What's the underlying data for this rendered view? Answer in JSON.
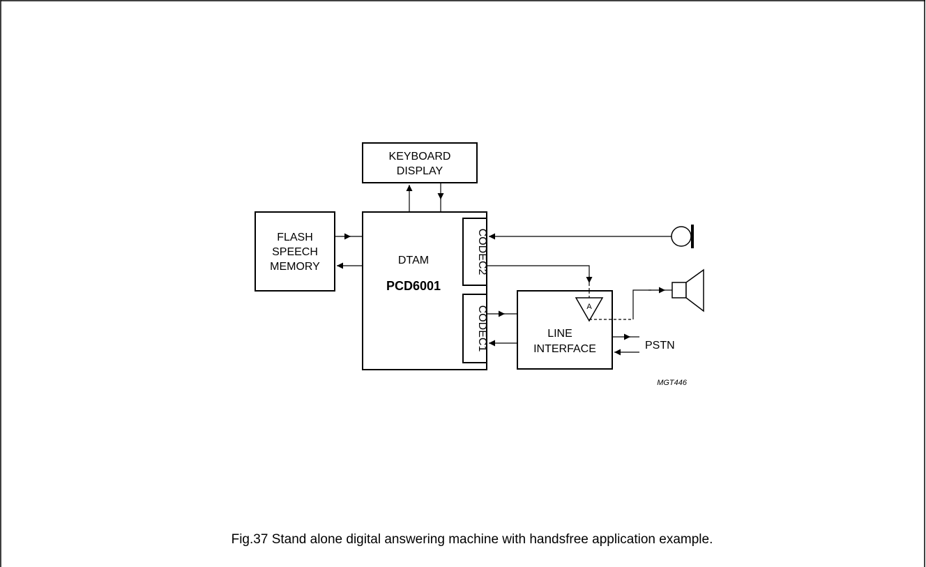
{
  "diagram": {
    "keyboard_display": {
      "line1": "KEYBOARD",
      "line2": "DISPLAY"
    },
    "flash_memory": {
      "line1": "FLASH",
      "line2": "SPEECH",
      "line3": "MEMORY"
    },
    "dtam": {
      "label": "DTAM",
      "part_number": "PCD6001"
    },
    "codec2": "CODEC2",
    "codec1": "CODEC1",
    "line_interface": {
      "line1": "LINE",
      "line2": "INTERFACE"
    },
    "amplifier": "A",
    "pstn": "PSTN",
    "figure_ref": "MGT446"
  },
  "caption": "Fig.37  Stand alone digital answering machine with handsfree application example."
}
